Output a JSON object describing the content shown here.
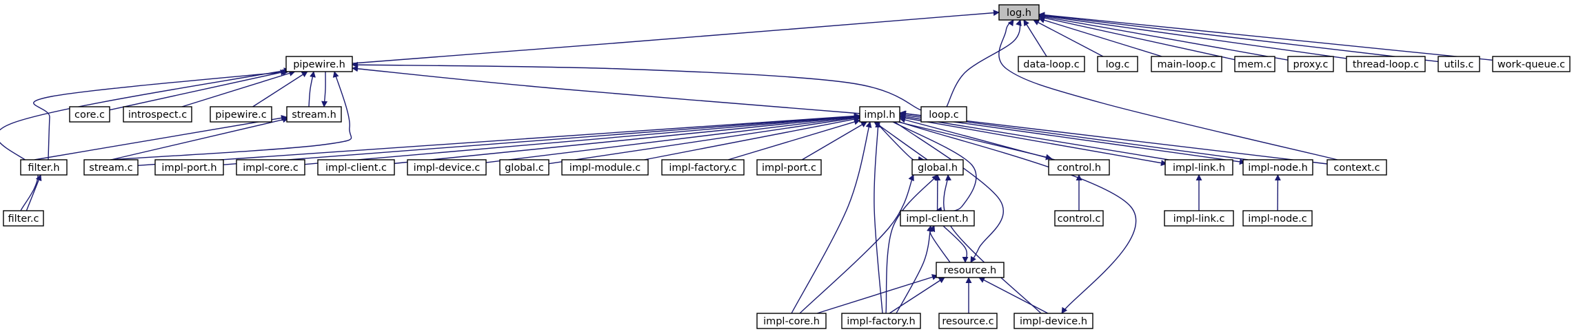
{
  "diagram": {
    "type": "include-dependency-graph",
    "root": "log_h",
    "colors": {
      "edge": "#191970",
      "root_fill": "#bfbfbf",
      "node_fill": "#ffffff",
      "node_border": "#000000"
    },
    "nodes": [
      {
        "id": "log_h",
        "label": "log.h",
        "root": true
      },
      {
        "id": "pipewire_h",
        "label": "pipewire.h"
      },
      {
        "id": "data_loop_c",
        "label": "data-loop.c"
      },
      {
        "id": "log_c",
        "label": "log.c"
      },
      {
        "id": "main_loop_c",
        "label": "main-loop.c"
      },
      {
        "id": "mem_c",
        "label": "mem.c"
      },
      {
        "id": "proxy_c",
        "label": "proxy.c"
      },
      {
        "id": "thread_loop_c",
        "label": "thread-loop.c"
      },
      {
        "id": "utils_c",
        "label": "utils.c"
      },
      {
        "id": "work_queue_c",
        "label": "work-queue.c"
      },
      {
        "id": "core_c",
        "label": "core.c"
      },
      {
        "id": "introspect_c",
        "label": "introspect.c"
      },
      {
        "id": "pipewire_c",
        "label": "pipewire.c"
      },
      {
        "id": "stream_h",
        "label": "stream.h"
      },
      {
        "id": "impl_h",
        "label": "impl.h"
      },
      {
        "id": "loop_c",
        "label": "loop.c"
      },
      {
        "id": "filter_h",
        "label": "filter.h"
      },
      {
        "id": "stream_c",
        "label": "stream.c"
      },
      {
        "id": "impl_port_h",
        "label": "impl-port.h"
      },
      {
        "id": "impl_core_c",
        "label": "impl-core.c"
      },
      {
        "id": "impl_client_c",
        "label": "impl-client.c"
      },
      {
        "id": "impl_device_c",
        "label": "impl-device.c"
      },
      {
        "id": "global_c",
        "label": "global.c"
      },
      {
        "id": "impl_module_c",
        "label": "impl-module.c"
      },
      {
        "id": "impl_factory_c",
        "label": "impl-factory.c"
      },
      {
        "id": "impl_port_c",
        "label": "impl-port.c"
      },
      {
        "id": "global_h",
        "label": "global.h"
      },
      {
        "id": "control_h",
        "label": "control.h"
      },
      {
        "id": "impl_link_h",
        "label": "impl-link.h"
      },
      {
        "id": "impl_node_h",
        "label": "impl-node.h"
      },
      {
        "id": "context_c",
        "label": "context.c"
      },
      {
        "id": "filter_c",
        "label": "filter.c"
      },
      {
        "id": "impl_client_h",
        "label": "impl-client.h"
      },
      {
        "id": "control_c",
        "label": "control.c"
      },
      {
        "id": "impl_link_c",
        "label": "impl-link.c"
      },
      {
        "id": "impl_node_c",
        "label": "impl-node.c"
      },
      {
        "id": "resource_h",
        "label": "resource.h"
      },
      {
        "id": "impl_core_h",
        "label": "impl-core.h"
      },
      {
        "id": "impl_factory_h",
        "label": "impl-factory.h"
      },
      {
        "id": "resource_c",
        "label": "resource.c"
      },
      {
        "id": "impl_device_h",
        "label": "impl-device.h"
      }
    ],
    "edges": [
      {
        "from": "pipewire_h",
        "to": "log_h"
      },
      {
        "from": "data_loop_c",
        "to": "log_h"
      },
      {
        "from": "log_c",
        "to": "log_h"
      },
      {
        "from": "main_loop_c",
        "to": "log_h"
      },
      {
        "from": "mem_c",
        "to": "log_h"
      },
      {
        "from": "proxy_c",
        "to": "log_h"
      },
      {
        "from": "thread_loop_c",
        "to": "log_h"
      },
      {
        "from": "utils_c",
        "to": "log_h"
      },
      {
        "from": "work_queue_c",
        "to": "log_h"
      },
      {
        "from": "loop_c",
        "to": "log_h"
      },
      {
        "from": "context_c",
        "to": "log_h"
      },
      {
        "from": "core_c",
        "to": "pipewire_h"
      },
      {
        "from": "introspect_c",
        "to": "pipewire_h"
      },
      {
        "from": "pipewire_c",
        "to": "pipewire_h"
      },
      {
        "from": "stream_h",
        "to": "pipewire_h"
      },
      {
        "from": "pipewire_h",
        "to": "stream_h"
      },
      {
        "from": "impl_h",
        "to": "pipewire_h"
      },
      {
        "from": "loop_c",
        "to": "pipewire_h"
      },
      {
        "from": "filter_h",
        "to": "pipewire_h"
      },
      {
        "from": "filter_c",
        "to": "pipewire_h"
      },
      {
        "from": "stream_c",
        "to": "pipewire_h"
      },
      {
        "from": "filter_h",
        "to": "stream_h"
      },
      {
        "from": "stream_c",
        "to": "stream_h"
      },
      {
        "from": "filter_c",
        "to": "filter_h"
      },
      {
        "from": "stream_c",
        "to": "impl_h"
      },
      {
        "from": "impl_port_h",
        "to": "impl_h"
      },
      {
        "from": "impl_core_c",
        "to": "impl_h"
      },
      {
        "from": "impl_client_c",
        "to": "impl_h"
      },
      {
        "from": "impl_device_c",
        "to": "impl_h"
      },
      {
        "from": "global_c",
        "to": "impl_h"
      },
      {
        "from": "impl_module_c",
        "to": "impl_h"
      },
      {
        "from": "impl_factory_c",
        "to": "impl_h"
      },
      {
        "from": "impl_port_c",
        "to": "impl_h"
      },
      {
        "from": "global_h",
        "to": "impl_h"
      },
      {
        "from": "impl_h",
        "to": "global_h"
      },
      {
        "from": "control_h",
        "to": "impl_h"
      },
      {
        "from": "impl_h",
        "to": "control_h"
      },
      {
        "from": "impl_link_h",
        "to": "impl_h"
      },
      {
        "from": "impl_h",
        "to": "impl_link_h"
      },
      {
        "from": "impl_node_h",
        "to": "impl_h"
      },
      {
        "from": "impl_h",
        "to": "impl_node_h"
      },
      {
        "from": "context_c",
        "to": "impl_h"
      },
      {
        "from": "impl_h",
        "to": "impl_client_h"
      },
      {
        "from": "impl_h",
        "to": "resource_h"
      },
      {
        "from": "impl_core_h",
        "to": "impl_h"
      },
      {
        "from": "impl_factory_h",
        "to": "impl_h"
      },
      {
        "from": "impl_h",
        "to": "impl_device_h"
      },
      {
        "from": "impl_client_h",
        "to": "global_h"
      },
      {
        "from": "impl_core_h",
        "to": "global_h"
      },
      {
        "from": "impl_factory_h",
        "to": "global_h"
      },
      {
        "from": "impl_device_h",
        "to": "global_h"
      },
      {
        "from": "resource_h",
        "to": "impl_client_h"
      },
      {
        "from": "impl_client_h",
        "to": "resource_h"
      },
      {
        "from": "impl_factory_h",
        "to": "impl_client_h"
      },
      {
        "from": "control_c",
        "to": "control_h"
      },
      {
        "from": "impl_link_c",
        "to": "impl_link_h"
      },
      {
        "from": "impl_node_c",
        "to": "impl_node_h"
      },
      {
        "from": "impl_core_h",
        "to": "resource_h"
      },
      {
        "from": "impl_factory_h",
        "to": "resource_h"
      },
      {
        "from": "resource_c",
        "to": "resource_h"
      },
      {
        "from": "impl_device_h",
        "to": "resource_h"
      }
    ]
  }
}
